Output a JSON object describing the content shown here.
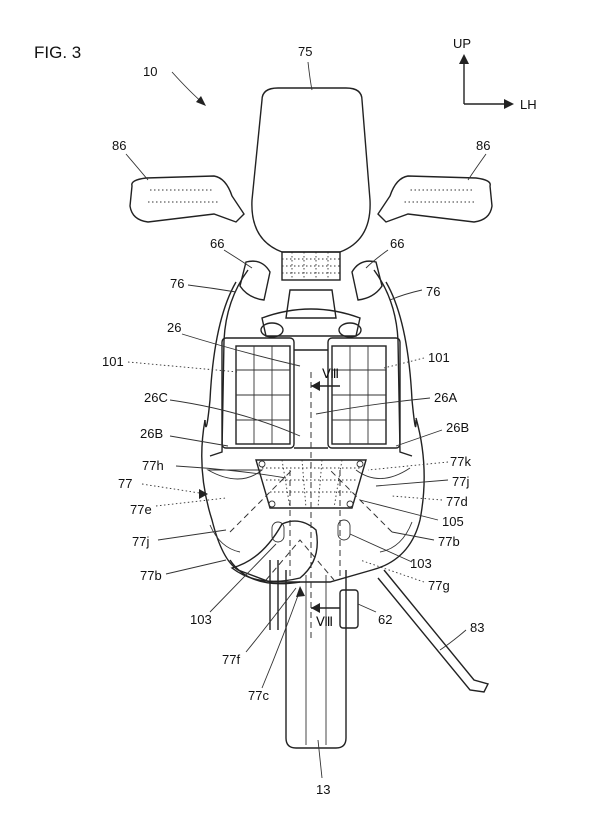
{
  "figure_label": "FIG. 3",
  "orientation": {
    "up": "UP",
    "right": "LH"
  },
  "labels": {
    "l10": "10",
    "l75": "75",
    "l86_left": "86",
    "l86_right": "86",
    "l66_left": "66",
    "l66_right": "66",
    "l76_left": "76",
    "l76_right": "76",
    "l26": "26",
    "l101_left": "101",
    "l101_right": "101",
    "l26C": "26C",
    "l26A": "26A",
    "l26B_left": "26B",
    "l26B_right": "26B",
    "l77h": "77h",
    "l77k": "77k",
    "l77": "77",
    "l77j_right": "77j",
    "l77e": "77e",
    "l77d": "77d",
    "l105": "105",
    "l77j_left": "77j",
    "l77b_right": "77b",
    "l77b_left": "77b",
    "l103_right": "103",
    "l77g": "77g",
    "l103_left": "103",
    "l62": "62",
    "l83": "83",
    "l77f": "77f",
    "l77c": "77c",
    "l13": "13",
    "section_top": "Ⅷ",
    "section_bottom": "Ⅷ"
  }
}
